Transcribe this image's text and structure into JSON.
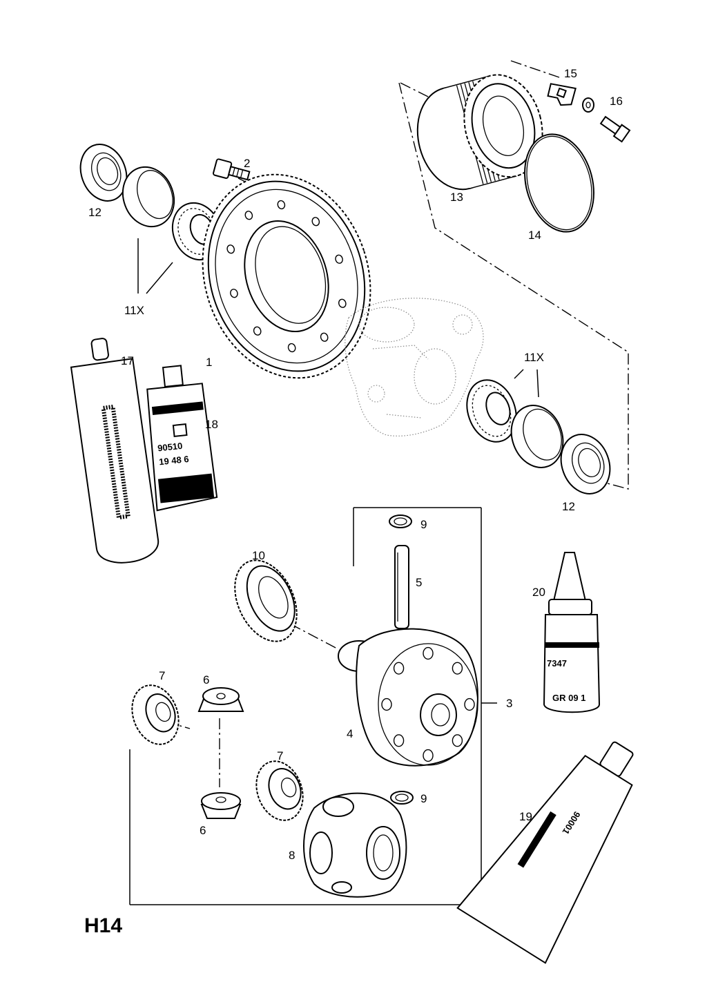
{
  "diagram_code": "H14",
  "callouts": {
    "c1": "1",
    "c2": "2",
    "c3": "3",
    "c4": "4",
    "c5": "5",
    "c6a": "6",
    "c6b": "6",
    "c7a": "7",
    "c7b": "7",
    "c8": "8",
    "c9a": "9",
    "c9b": "9",
    "c10": "10",
    "c11a": "11X",
    "c11b": "11X",
    "c12a": "12",
    "c12b": "12",
    "c13": "13",
    "c14": "14",
    "c15": "15",
    "c16": "16",
    "c17": "17",
    "c18": "18",
    "c19": "19",
    "c20": "20"
  },
  "tube18_text": [
    "90510",
    "19 48 6"
  ],
  "bottle20_text": [
    "7347",
    "GR 09 1"
  ],
  "tube19_text": "90001"
}
